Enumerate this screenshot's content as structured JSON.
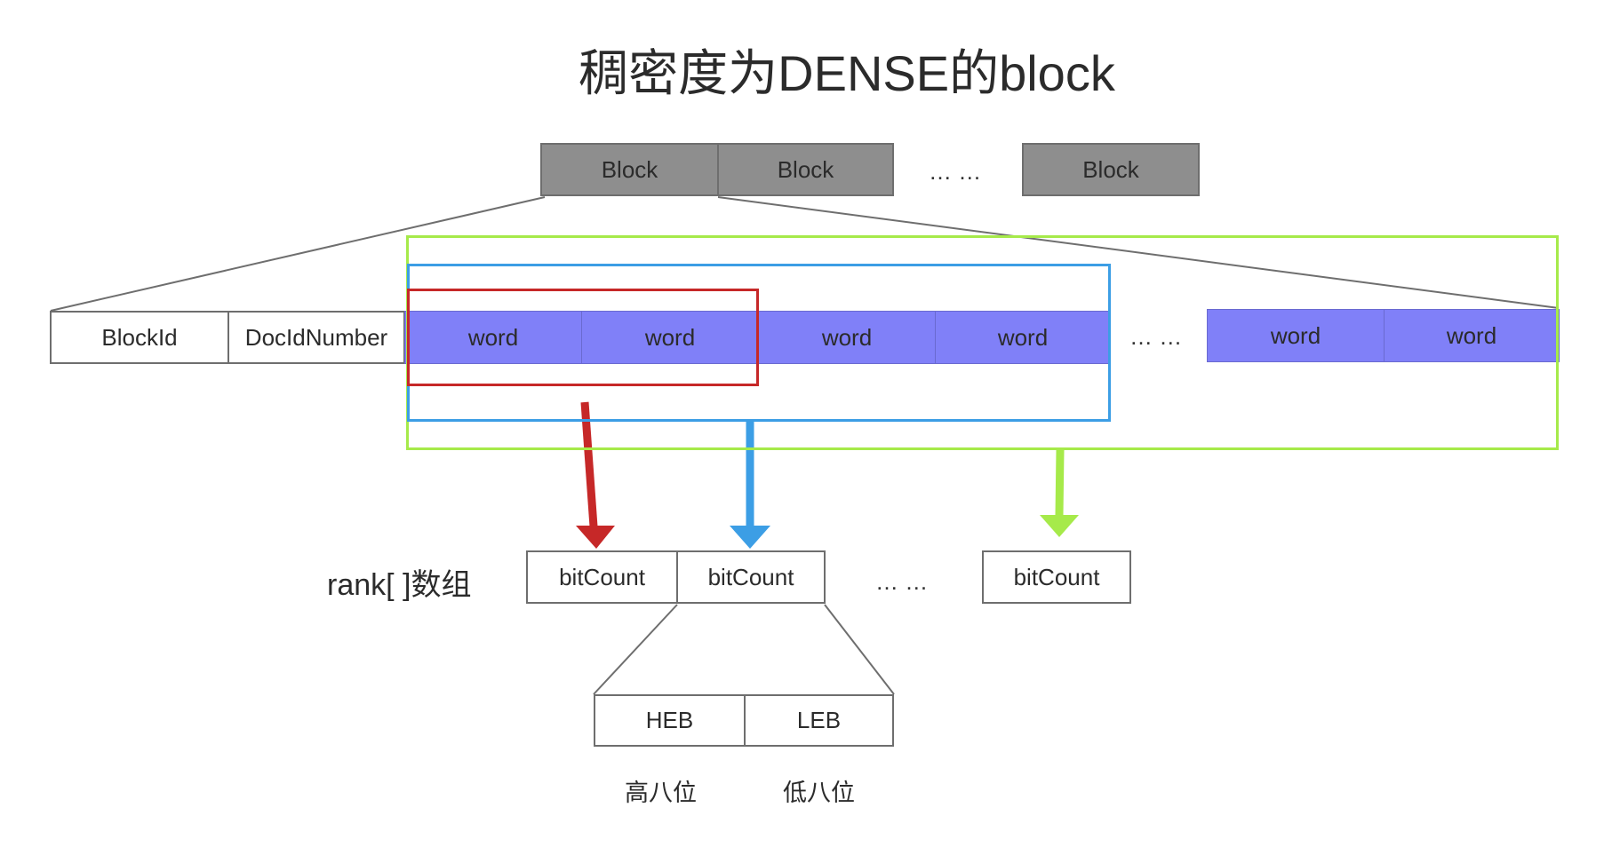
{
  "title": "稠密度为DENSE的block",
  "blocks_row": {
    "blocks": [
      "Block",
      "Block",
      "Block"
    ],
    "ellipsis": "… …"
  },
  "block_detail": {
    "header": [
      "BlockId",
      "DocIdNumber"
    ],
    "words": [
      "word",
      "word",
      "word",
      "word",
      "word",
      "word"
    ],
    "ellipsis": "… …"
  },
  "rank": {
    "label": "rank[ ]数组",
    "cells": [
      "bitCount",
      "bitCount",
      "bitCount"
    ],
    "ellipsis": "… …"
  },
  "bitcount_detail": {
    "cells": [
      "HEB",
      "LEB"
    ],
    "captions": [
      "高八位",
      "低八位"
    ]
  },
  "colors": {
    "block_fill": "#8e8e8e",
    "word_fill": "#8080f8",
    "red_group": "#c62828",
    "blue_group": "#3c9ee5",
    "green_group": "#a6ea4a",
    "connector": "#6e6e6e"
  }
}
